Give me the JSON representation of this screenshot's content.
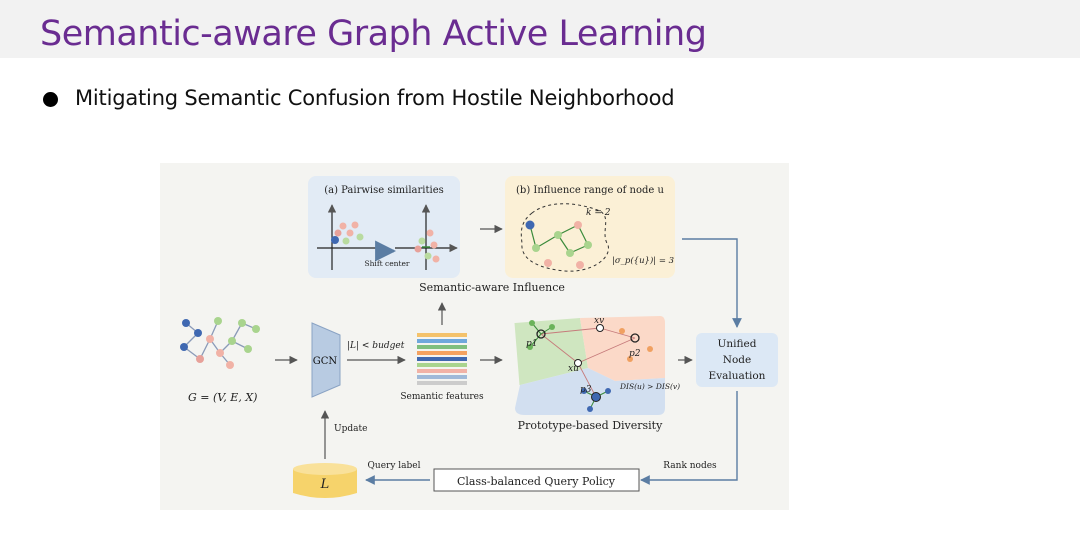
{
  "slide": {
    "title": "Semantic-aware Graph Active Learning",
    "bullet": "Mitigating Semantic Confusion from Hostile Neighborhood"
  },
  "diagram": {
    "panel_a_title": "(a) Pairwise similarities",
    "shift_center": "Shift center",
    "panel_b_title": "(b) Influence range of node u",
    "k_label": "k = 2",
    "range_label": "|σ_p({u})| = 3",
    "semantic_influence": "Semantic-aware Influence",
    "graph_label": "G = (V, E, X)",
    "gcn": "GCN",
    "budget_label": "|L| < budget",
    "semantic_features": "Semantic features",
    "p1": "p1",
    "p2": "p2",
    "p3": "p3",
    "xv": "xv",
    "xu": "xu",
    "dis_label": "DIS(u) > DIS(v)",
    "prototype_diversity": "Prototype-based Diversity",
    "unified_eval": [
      "Unified",
      "Node",
      "Evaluation"
    ],
    "update": "Update",
    "query_label": "Query label",
    "rank_nodes": "Rank nodes",
    "query_policy": "Class-balanced Query Policy",
    "labeled_set": "L"
  }
}
